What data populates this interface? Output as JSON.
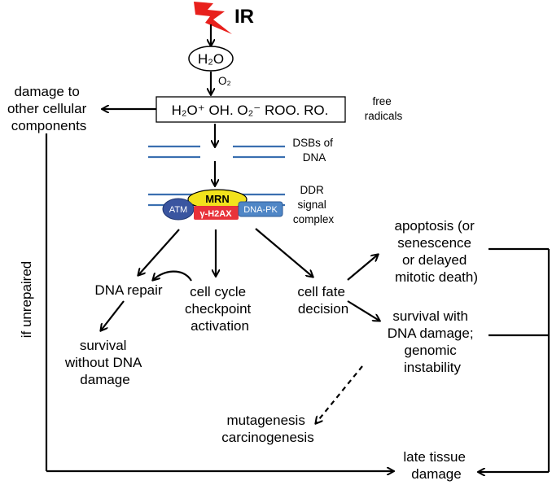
{
  "top": {
    "ir_label": "IR",
    "water_label": "H₂O",
    "o2_label": "O₂"
  },
  "free_radicals": {
    "items": [
      "H₂O⁺",
      "OH.",
      "O₂⁻",
      "ROO.",
      "RO."
    ],
    "caption_lines": [
      "free",
      "radicals"
    ]
  },
  "damage_other": {
    "lines": [
      "damage to",
      "other cellular",
      "components"
    ]
  },
  "dsb": {
    "lines": [
      "DSBs of",
      "DNA"
    ]
  },
  "ddr": {
    "lines": [
      "DDR",
      "signal",
      "complex"
    ],
    "mrn": "MRN",
    "atm": "ATM",
    "h2ax": "γ-H2AX",
    "dnapk": "DNA-PK"
  },
  "dna_repair": "DNA repair",
  "checkpoint": {
    "lines": [
      "cell cycle",
      "checkpoint",
      "activation"
    ]
  },
  "cell_fate": {
    "lines": [
      "cell fate",
      "decision"
    ]
  },
  "apoptosis": {
    "lines": [
      "apoptosis (or",
      "senescence",
      "or delayed",
      "mitotic death)"
    ]
  },
  "survival_damage": {
    "lines": [
      "survival with",
      "DNA damage;",
      "genomic",
      "instability"
    ]
  },
  "survival_clean": {
    "lines": [
      "survival",
      "without DNA",
      "damage"
    ]
  },
  "mutagenesis": {
    "lines": [
      "mutagenesis",
      "carcinogenesis"
    ]
  },
  "late_damage": {
    "lines": [
      "late tissue",
      "damage"
    ]
  },
  "if_unrepaired": "if unrepaired",
  "colors": {
    "lightning": "#e8201c",
    "dna_strand": "#3a6fb0",
    "mrn": "#f2e21c",
    "atm": "#3a55a0",
    "h2ax": "#e8323a",
    "dnapk": "#4f86c6"
  }
}
